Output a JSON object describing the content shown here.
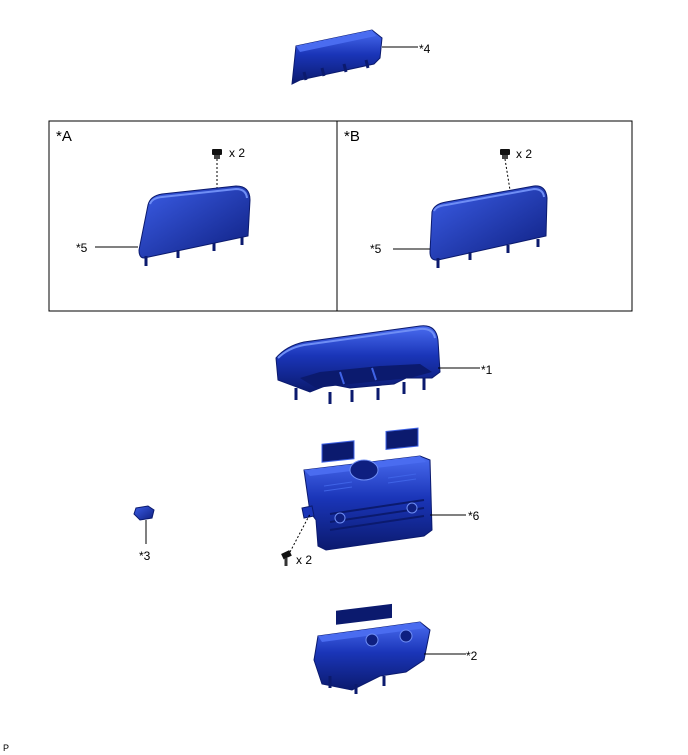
{
  "colors": {
    "part_fill": "#1a35b8",
    "part_dark": "#0b1a6e",
    "part_light": "#3f63e6",
    "line": "#000000"
  },
  "icons": [
    "clip-icon",
    "screw-icon"
  ],
  "callouts": {
    "c1": "*1",
    "c2": "*2",
    "c3": "*3",
    "c4": "*4",
    "c5a": "*5",
    "c5b": "*5",
    "c6": "*6"
  },
  "panels": {
    "a_label": "*A",
    "b_label": "*B"
  },
  "quantities": {
    "clip_a": "x 2",
    "clip_b": "x 2",
    "screw": "x 2"
  },
  "footer": {
    "code": "P"
  }
}
